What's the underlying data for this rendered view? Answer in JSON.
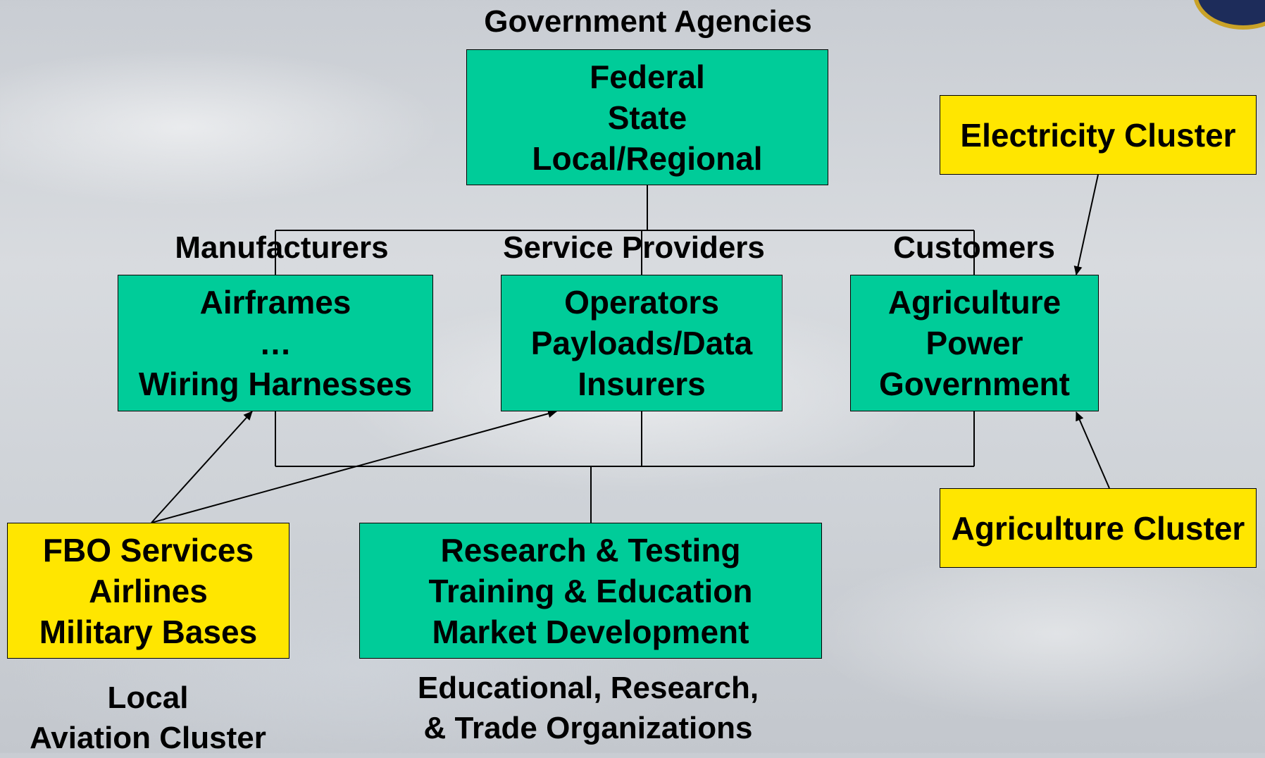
{
  "header": {
    "government_title": "Government Agencies"
  },
  "boxes": {
    "government": {
      "lines": [
        "Federal",
        "State",
        "Local/Regional"
      ]
    },
    "electricity": {
      "lines": [
        "Electricity Cluster"
      ]
    },
    "manufacturers": {
      "lines": [
        "Airframes",
        "…",
        "Wiring Harnesses"
      ]
    },
    "service_providers": {
      "lines": [
        "Operators",
        "Payloads/Data",
        "Insurers"
      ]
    },
    "customers": {
      "lines": [
        "Agriculture",
        "Power",
        "Government"
      ]
    },
    "local_aviation": {
      "lines": [
        "FBO Services",
        "Airlines",
        "Military Bases"
      ]
    },
    "research": {
      "lines": [
        "Research & Testing",
        "Training & Education",
        "Market Development"
      ]
    },
    "agriculture_cluster": {
      "lines": [
        "Agriculture Cluster"
      ]
    }
  },
  "labels": {
    "manufacturers": "Manufacturers",
    "service_providers": "Service Providers",
    "customers": "Customers",
    "local_aviation": [
      "Local",
      "Aviation Cluster"
    ],
    "organizations": [
      "Educational, Research,",
      "& Trade Organizations"
    ]
  },
  "colors": {
    "green": "#00cc99",
    "yellow": "#ffe600",
    "line": "#000000"
  }
}
